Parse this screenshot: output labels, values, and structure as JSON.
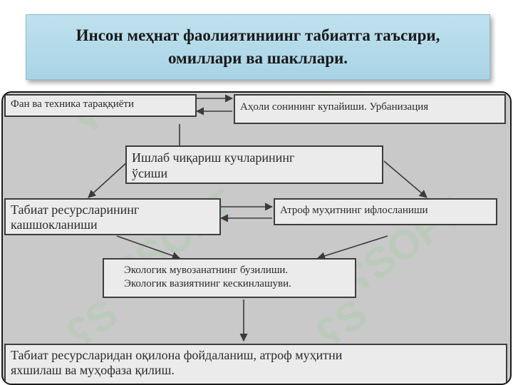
{
  "title": {
    "line1": "Инсон меҳнат фаолиятиниинг табиатга  таъсири,",
    "line2": "омиллари ва шакллари."
  },
  "nodes": {
    "science": "Фан ва техника тараққиёти",
    "population": "Аҳоли сонининг купайиши. Урбанизация",
    "production": [
      "Ишлаб чиқариш кучларининг",
      "ўсиши"
    ],
    "depletion": [
      "Табиат ресурсларининг",
      "кашшокланиши"
    ],
    "pollution": "Атроф муҳитнинг ифлосланиши",
    "imbalance": [
      "Экологик мувозанатнинг бузилиши.",
      "Экологик вазиятнинг кескинлашуви."
    ],
    "rational_use": [
      "Табиат ресурсларидан оқилона фойдаланиш, атроф муҳитни",
      "яхшилаш ва муҳофаза қилиш."
    ]
  },
  "colors": {
    "title_bg": "#b5dbea",
    "panel_bg": "#c9c9c9",
    "box_bg": "#ebebeb",
    "line": "#3a3a3a"
  }
}
